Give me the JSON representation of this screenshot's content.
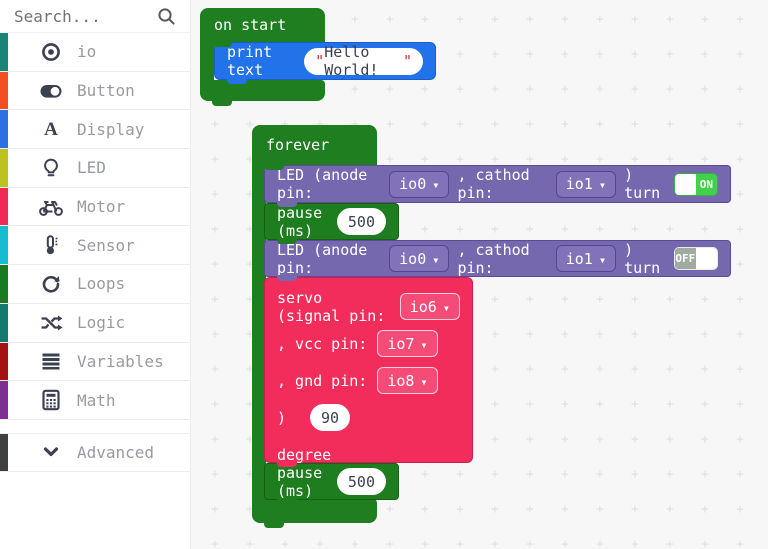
{
  "sidebar": {
    "search": {
      "placeholder": "Search...",
      "icon": "search-icon"
    },
    "categories": [
      {
        "label": "io",
        "color": "#1a8476",
        "icon": "target-icon"
      },
      {
        "label": "Button",
        "color": "#f25022",
        "icon": "toggle-icon"
      },
      {
        "label": "Display",
        "color": "#2f6fe4",
        "icon": "letter-a-icon"
      },
      {
        "label": "LED",
        "color": "#bcc21f",
        "icon": "lightbulb-icon"
      },
      {
        "label": "Motor",
        "color": "#f02a58",
        "icon": "motorcycle-icon"
      },
      {
        "label": "Sensor",
        "color": "#17bcce",
        "icon": "thermometer-icon"
      },
      {
        "label": "Loops",
        "color": "#1a7a24",
        "icon": "redo-icon"
      },
      {
        "label": "Logic",
        "color": "#16796f",
        "icon": "shuffle-icon"
      },
      {
        "label": "Variables",
        "color": "#a51212",
        "icon": "lines-icon"
      },
      {
        "label": "Math",
        "color": "#7d3091",
        "icon": "calculator-icon"
      }
    ],
    "advanced": {
      "label": "Advanced",
      "color": "#3f4040",
      "icon": "chevron-down-icon"
    }
  },
  "canvas": {
    "background": "#f7f7f8",
    "grid_color": "#dfdfe2",
    "blocks": {
      "on_start": {
        "label": "on start",
        "color": "#1f7e1f"
      },
      "print_text": {
        "label": "print text",
        "color": "#2272e9",
        "quote": "\"",
        "value": "Hello World!"
      },
      "forever": {
        "label": "forever",
        "color": "#1f7e1f"
      },
      "led_on": {
        "color": "#7668ae",
        "text_prefix": "LED (anode pin:",
        "anode_pin": "io0",
        "text_mid": ", cathod pin:",
        "cathode_pin": "io1",
        "text_suffix": ") turn",
        "state": "ON",
        "state_color": "#42d14b"
      },
      "pause_1": {
        "label": "pause (ms)",
        "value": "500",
        "color": "#1e7d1f"
      },
      "led_off": {
        "color": "#7668ae",
        "text_prefix": "LED (anode pin:",
        "anode_pin": "io0",
        "text_mid": ", cathod pin:",
        "cathode_pin": "io1",
        "text_suffix": ") turn",
        "state": "OFF",
        "state_color": "#9fac9f"
      },
      "servo": {
        "color": "#f22c5b",
        "line_1": "servo (signal pin:",
        "signal_pin": "io6",
        "line_2": ", vcc pin:",
        "vcc_pin": "io7",
        "line_3": ", gnd pin:",
        "gnd_pin": "io8",
        "line_4": ")",
        "angle": "90",
        "line_5": "degree"
      },
      "pause_2": {
        "label": "pause (ms)",
        "value": "500",
        "color": "#1e7d1f"
      }
    }
  }
}
